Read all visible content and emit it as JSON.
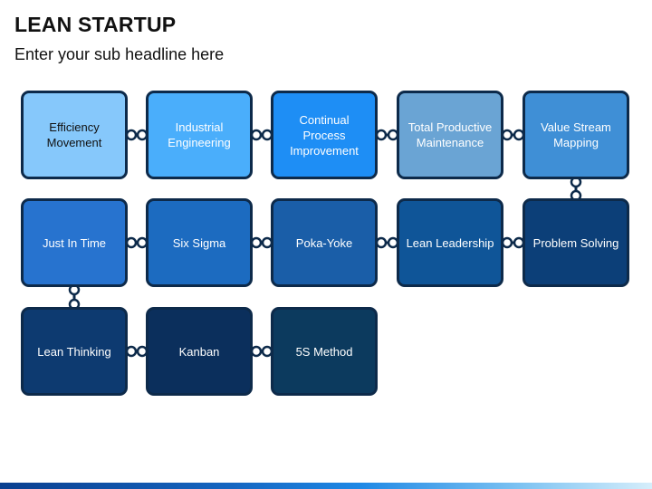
{
  "header": {
    "title": "LEAN STARTUP",
    "subtitle": "Enter your sub headline here"
  },
  "colors": {
    "border": "#0d2a4a",
    "connector": "#0d2a4a"
  },
  "steps": [
    {
      "label": "Efficiency Movement",
      "fill": "#86c8fb",
      "text": "#111111"
    },
    {
      "label": "Industrial Engineering",
      "fill": "#4aaefb",
      "text": "#ffffff"
    },
    {
      "label": "Continual Process Improvement",
      "fill": "#1e8ef5",
      "text": "#ffffff"
    },
    {
      "label": "Total Productive Maintenance",
      "fill": "#6aa4d4",
      "text": "#ffffff"
    },
    {
      "label": "Value Stream Mapping",
      "fill": "#3f8fd6",
      "text": "#ffffff"
    },
    {
      "label": "Problem Solving",
      "fill": "#0c3f78",
      "text": "#ffffff"
    },
    {
      "label": "Lean Leadership",
      "fill": "#0f5598",
      "text": "#ffffff"
    },
    {
      "label": "Poka-Yoke",
      "fill": "#1a5ea8",
      "text": "#ffffff"
    },
    {
      "label": "Six Sigma",
      "fill": "#1c6bc0",
      "text": "#ffffff"
    },
    {
      "label": "Just In Time",
      "fill": "#2773cf",
      "text": "#ffffff"
    },
    {
      "label": "Lean Thinking",
      "fill": "#0d3a70",
      "text": "#ffffff"
    },
    {
      "label": "Kanban",
      "fill": "#0b2f5c",
      "text": "#ffffff"
    },
    {
      "label": "5S Method",
      "fill": "#0c3a5e",
      "text": "#ffffff"
    }
  ]
}
